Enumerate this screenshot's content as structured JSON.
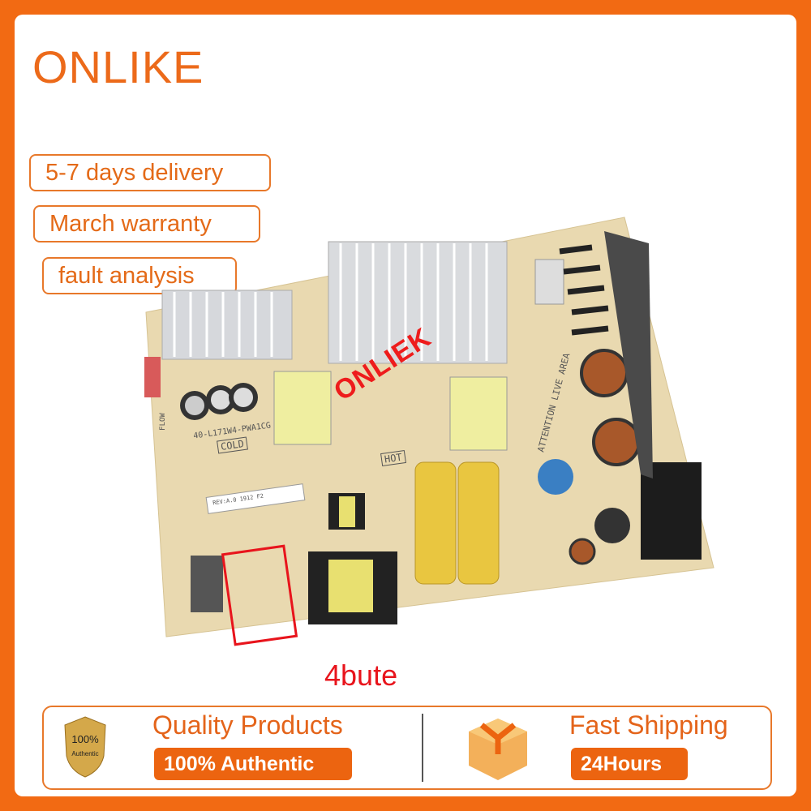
{
  "brand": "ONLIKE",
  "badges": [
    "5-7 days delivery",
    "March warranty",
    "fault analysis"
  ],
  "product": {
    "board_label": "40-L171W4-PWA1CG",
    "cold": "COLD",
    "hot": "HOT",
    "attention": "ATTENTION LIVE AREA",
    "flow": "FLOW",
    "rev": "REV:A.0  1912  F2",
    "watermark": "ONLIEK",
    "highlight_color": "#e8141c"
  },
  "caption": "4bute",
  "banner": {
    "seal": {
      "top": "100%",
      "bottom": "Authentic"
    },
    "quality_title": "Quality Products",
    "quality_pill": "100% Authentic",
    "shipping_title": "Fast Shipping",
    "shipping_pill": "24Hours",
    "accent": "#ec6410"
  }
}
